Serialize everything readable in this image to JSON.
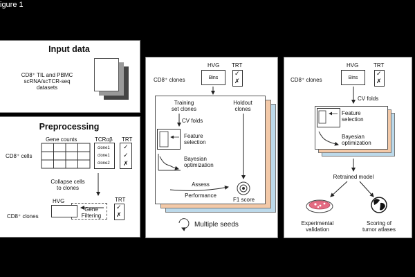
{
  "figure_label": "igure 1",
  "input": {
    "title": "Input data",
    "description": [
      "CD8⁺ TIL and PBMC",
      "scRNA/scTCR-seq",
      "datasets"
    ]
  },
  "preprocessing": {
    "title": "Preprocessing",
    "gene_counts": "Gene counts",
    "tcr": "TCRαβ",
    "trt": "TRT",
    "cells_label": "CD8⁺ cells",
    "clones": [
      "clone1",
      "clone1",
      "clone2"
    ],
    "trt_marks": [
      "✓",
      "✓",
      "✗"
    ],
    "collapse": [
      "Collapse cells",
      "to clones"
    ],
    "hvg": "HVG",
    "gene_filtering": [
      "Gene",
      "Filtering"
    ],
    "trt2": "TRT",
    "trt2_marks": [
      "✓",
      "✗"
    ],
    "clones_label": "CD8⁺ clones"
  },
  "training": {
    "title": "Model training",
    "clones_label": "CD8⁺ clones",
    "hvg": "HVG",
    "bins": "Bins",
    "trt": "TRT",
    "trt_marks": [
      "✓",
      "✗"
    ],
    "training_set": [
      "Training",
      "set clones"
    ],
    "holdout": [
      "Holdout",
      "clones"
    ],
    "cv_folds": "CV folds",
    "feature_selection": [
      "Feature",
      "selection"
    ],
    "bayesian": [
      "Bayesian",
      "optimization"
    ],
    "assess": [
      "Assess",
      "Performance"
    ],
    "f1": "F1 score",
    "seeds": "Multiple seeds"
  },
  "checkpoint": {
    "title": "Model checkpoint",
    "clones_label": "CD8⁺ clones",
    "hvg": "HVG",
    "bins": "Bins",
    "trt": "TRT",
    "trt_marks": [
      "✓",
      "✗"
    ],
    "cv_folds": "CV folds",
    "feature_selection": [
      "Feature",
      "selection"
    ],
    "bayesian": [
      "Bayesian",
      "optimization"
    ],
    "retrained": "Retrained model",
    "experimental": [
      "Experimental",
      "validation"
    ],
    "scoring": [
      "Scoring of",
      "tumor atlases"
    ]
  },
  "colors": {
    "card_peach": "#f3c9a8",
    "card_blue": "#bcd9ea",
    "petri": "#e46b82",
    "panel_bg": "#ffffff",
    "background": "#000000"
  }
}
